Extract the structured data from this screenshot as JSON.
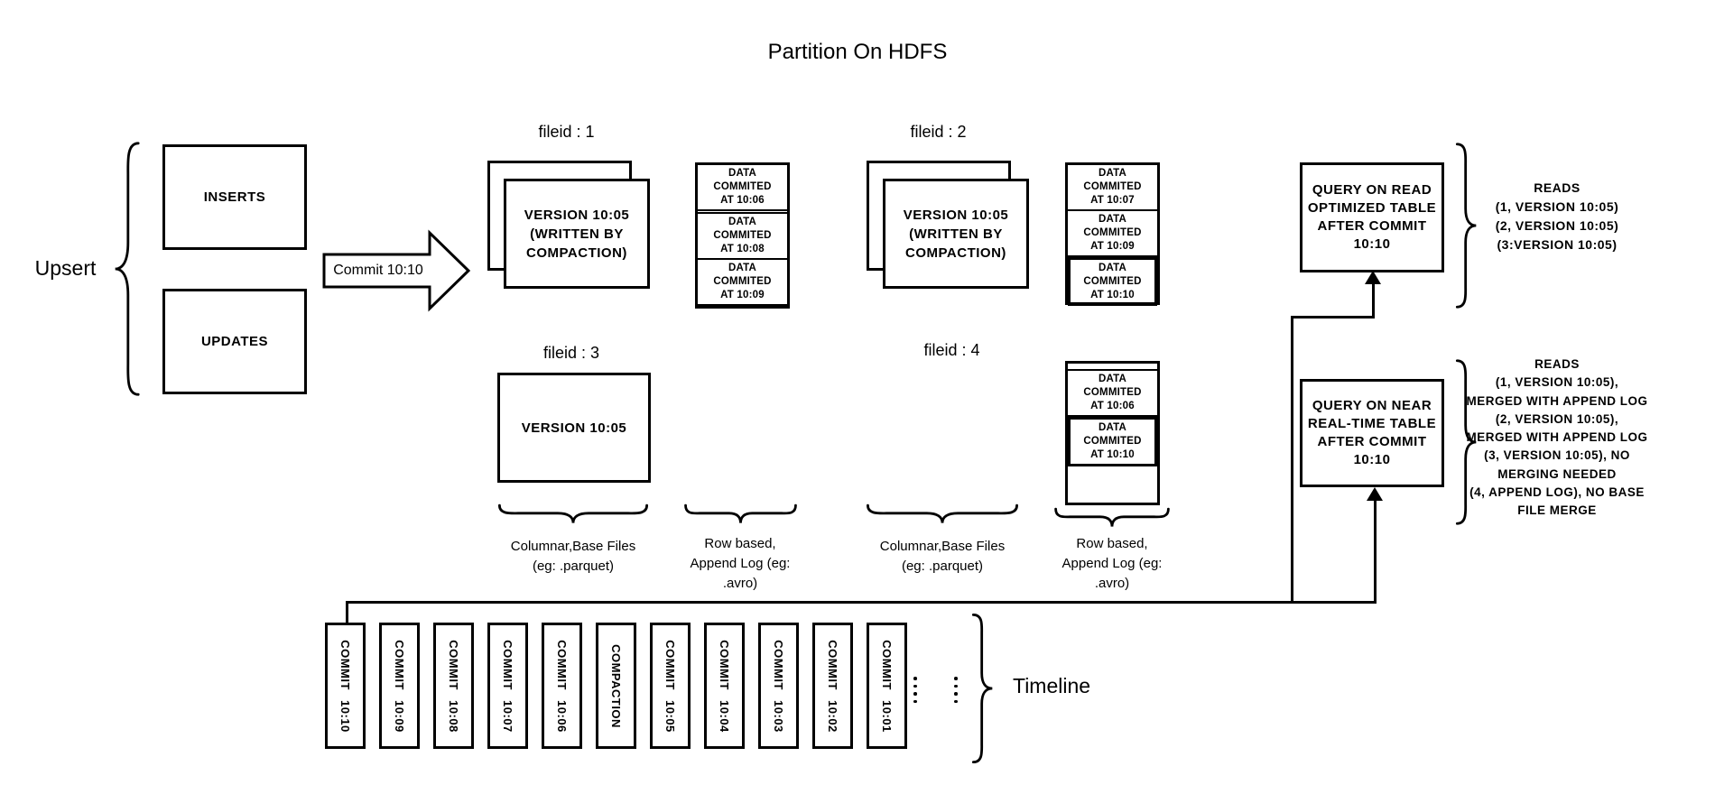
{
  "title": "Partition On HDFS",
  "upsert": {
    "label": "Upsert",
    "inserts": "INSERTS",
    "updates": "UPDATES"
  },
  "commit_arrow_label": "Commit 10:10",
  "files": {
    "f1": {
      "label": "fileid : 1",
      "base": "VERSION 10:05\n(WRITTEN BY\nCOMPACTION)"
    },
    "f2": {
      "label": "fileid : 2",
      "base": "VERSION 10:05\n(WRITTEN BY\nCOMPACTION)"
    },
    "f3": {
      "label": "fileid : 3",
      "base": "VERSION 10:05"
    },
    "f4": {
      "label": "fileid : 4"
    }
  },
  "logs": {
    "log1": {
      "segments": [
        {
          "text": "DATA COMMITED\nAT 10:06"
        },
        {
          "text": ""
        },
        {
          "text": "DATA COMMITED\nAT 10:08"
        },
        {
          "text": "DATA COMMITED\nAT 10:09"
        }
      ]
    },
    "log2": {
      "segments": [
        {
          "text": "DATA COMMITED\nAT 10:07"
        },
        {
          "text": "DATA COMMITED\nAT 10:09"
        },
        {
          "text": "DATA COMMITED\nAT 10:10"
        }
      ]
    },
    "log4": {
      "segments": [
        {
          "text": ""
        },
        {
          "text": "DATA COMMITED\nAT 10:06"
        },
        {
          "text": "DATA COMMITED\nAT 10:10"
        }
      ]
    }
  },
  "group_labels": {
    "columnar1": "Columnar,Base Files\n(eg: .parquet)",
    "rowbased1": "Row based,\nAppend Log (eg:\n.avro)",
    "columnar2": "Columnar,Base Files\n(eg: .parquet)",
    "rowbased2": "Row based,\nAppend Log (eg:\n.avro)"
  },
  "queries": {
    "read_optimized": {
      "box": "QUERY ON READ\nOPTIMIZED TABLE\nAFTER COMMIT\n10:10",
      "reads": "READS\n(1, VERSION 10:05)\n(2, VERSION 10:05)\n(3:VERSION 10:05)"
    },
    "near_realtime": {
      "box": "QUERY ON NEAR\nREAL-TIME TABLE\nAFTER COMMIT\n10:10",
      "reads": "READS\n(1, VERSION 10:05),\nMERGED WITH APPEND LOG\n(2, VERSION 10:05),\nMERGED WITH APPEND LOG\n(3, VERSION 10:05), NO\nMERGING NEEDED\n(4, APPEND LOG), NO BASE\nFILE MERGE"
    }
  },
  "timeline": {
    "label": "Timeline",
    "items": [
      "COMMIT 10:10",
      "COMMIT 10:09",
      "COMMIT 10:08",
      "COMMIT 10:07",
      "COMMIT 10:06",
      "COMPACTION",
      "COMMIT 10:05",
      "COMMIT 10:04",
      "COMMIT 10:03",
      "COMMIT 10:02",
      "COMMIT 10:01"
    ]
  },
  "icons": {
    "timeline_ellipsis": "vertical-dots"
  },
  "colors": {
    "ink": "#000000",
    "background": "#ffffff"
  }
}
